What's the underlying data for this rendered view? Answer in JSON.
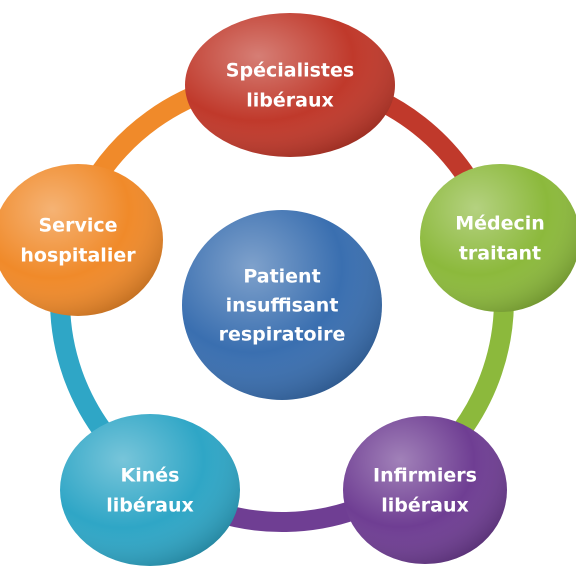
{
  "center": {
    "lines": [
      "Patient",
      "insuffisant",
      "respiratoire"
    ],
    "color": "#3a6fb0"
  },
  "nodes": [
    {
      "id": "specialistes",
      "lines": [
        "Spécialistes",
        "libéraux"
      ],
      "color": "#c0392b"
    },
    {
      "id": "medecin",
      "lines": [
        "Médecin",
        "traitant"
      ],
      "color": "#8cb93c"
    },
    {
      "id": "infirmiers",
      "lines": [
        "Infirmiers",
        "libéraux"
      ],
      "color": "#6f3e93"
    },
    {
      "id": "kines",
      "lines": [
        "Kinés",
        "libéraux"
      ],
      "color": "#2fa6c6"
    },
    {
      "id": "service",
      "lines": [
        "Service",
        "hospitalier"
      ],
      "color": "#f08a2a"
    }
  ],
  "arcs": [
    {
      "from": "specialistes",
      "to": "medecin",
      "color": "#c0392b"
    },
    {
      "from": "medecin",
      "to": "infirmiers",
      "color": "#8cb93c"
    },
    {
      "from": "infirmiers",
      "to": "kines",
      "color": "#6f3e93"
    },
    {
      "from": "kines",
      "to": "service",
      "color": "#2fa6c6"
    },
    {
      "from": "service",
      "to": "specialistes",
      "color": "#f08a2a"
    }
  ]
}
